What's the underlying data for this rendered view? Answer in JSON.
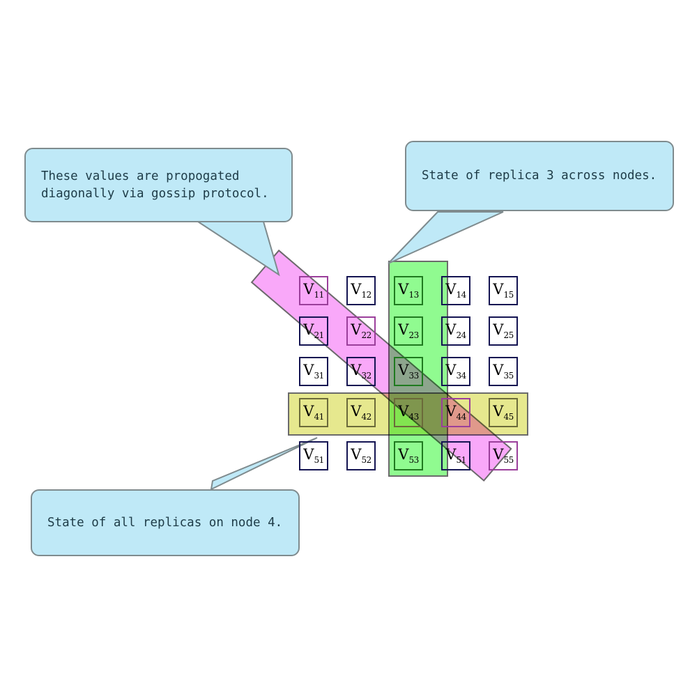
{
  "diagram": {
    "title": "Replicated value grid with gossip propagation",
    "colors": {
      "callout_fill": "#bfe9f7",
      "callout_border": "#7f8b8e",
      "column_highlight": "#90fb90",
      "row_highlight": "#e6e88e",
      "diagonal_highlight": "#f9a8f9",
      "cell_border": "#141452",
      "band_border": "#6b6b6b",
      "page_background": "#ffffff"
    },
    "grid": {
      "rows": 5,
      "cols": 5,
      "cells": [
        [
          {
            "base": "V",
            "sub": "11",
            "highlight": "diagonal"
          },
          {
            "base": "V",
            "sub": "12",
            "highlight": "none"
          },
          {
            "base": "V",
            "sub": "13",
            "highlight": "column"
          },
          {
            "base": "V",
            "sub": "14",
            "highlight": "none"
          },
          {
            "base": "V",
            "sub": "15",
            "highlight": "none"
          }
        ],
        [
          {
            "base": "V",
            "sub": "21",
            "highlight": "none"
          },
          {
            "base": "V",
            "sub": "22",
            "highlight": "diagonal"
          },
          {
            "base": "V",
            "sub": "23",
            "highlight": "column"
          },
          {
            "base": "V",
            "sub": "24",
            "highlight": "none"
          },
          {
            "base": "V",
            "sub": "25",
            "highlight": "none"
          }
        ],
        [
          {
            "base": "V",
            "sub": "31",
            "highlight": "none"
          },
          {
            "base": "V",
            "sub": "32",
            "highlight": "none"
          },
          {
            "base": "V",
            "sub": "33",
            "highlight": "column-diagonal"
          },
          {
            "base": "V",
            "sub": "34",
            "highlight": "none"
          },
          {
            "base": "V",
            "sub": "35",
            "highlight": "none"
          }
        ],
        [
          {
            "base": "V",
            "sub": "41",
            "highlight": "row"
          },
          {
            "base": "V",
            "sub": "42",
            "highlight": "row"
          },
          {
            "base": "V",
            "sub": "43",
            "highlight": "row-column"
          },
          {
            "base": "V",
            "sub": "44",
            "highlight": "row-diagonal"
          },
          {
            "base": "V",
            "sub": "45",
            "highlight": "row"
          }
        ],
        [
          {
            "base": "V",
            "sub": "51",
            "highlight": "none"
          },
          {
            "base": "V",
            "sub": "52",
            "highlight": "none"
          },
          {
            "base": "V",
            "sub": "53",
            "highlight": "column"
          },
          {
            "base": "V",
            "sub": "51",
            "highlight": "none"
          },
          {
            "base": "V",
            "sub": "55",
            "highlight": "diagonal"
          }
        ]
      ]
    },
    "callouts": [
      {
        "id": "diagonal",
        "text": "These values are propogated\ndiagonally via gossip protocol.",
        "points_to": "diagonal-band"
      },
      {
        "id": "column",
        "text": "State of replica 3 across nodes.",
        "points_to": "column-band"
      },
      {
        "id": "row",
        "text": "State of all replicas on node 4.",
        "points_to": "row-band"
      }
    ]
  }
}
